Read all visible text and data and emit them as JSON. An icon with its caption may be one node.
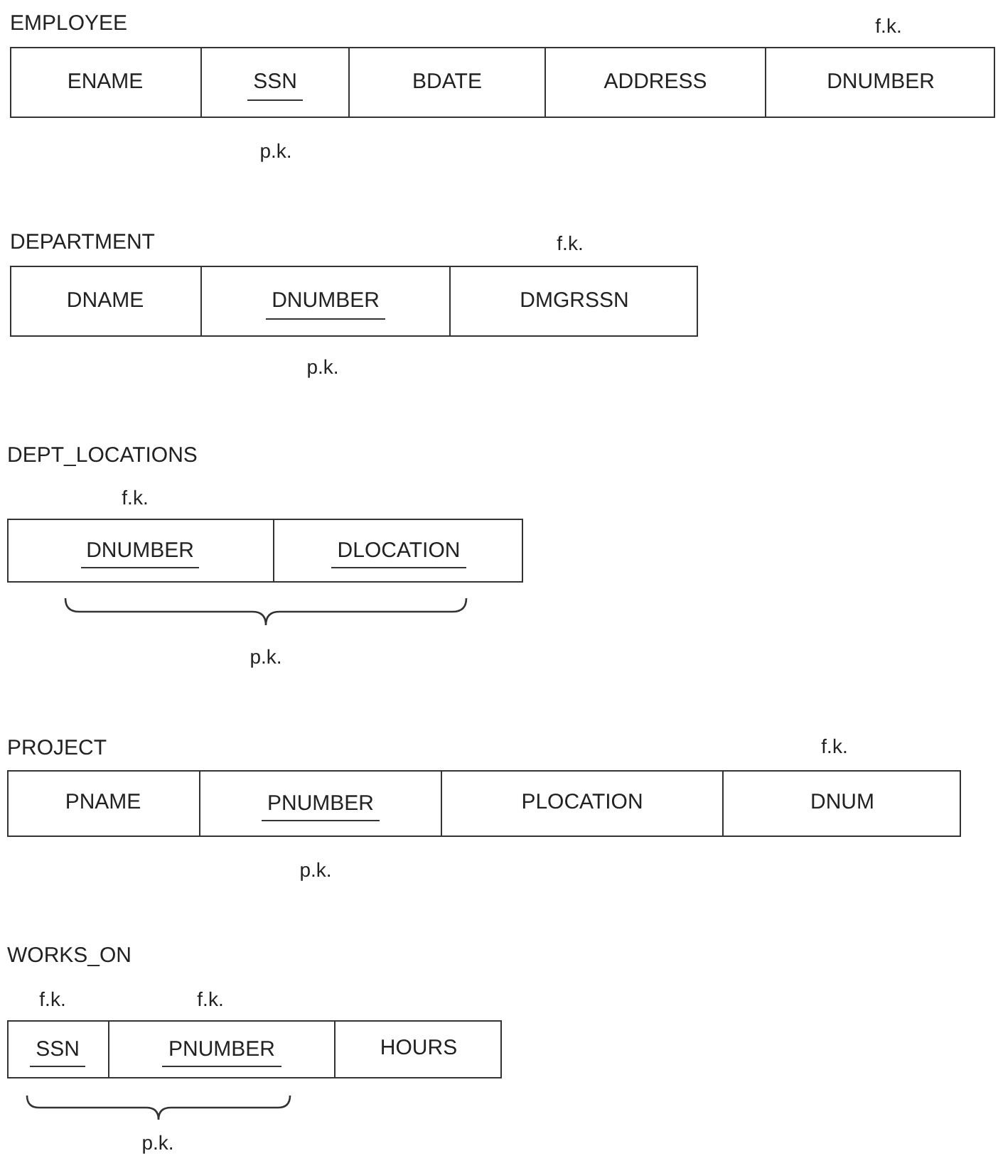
{
  "diagram": {
    "nodes": [
      {
        "text": [
          "EMPLOYEE"
        ]
      },
      {
        "text": [
          "ENAME"
        ],
        "in": 0
      },
      {
        "text": [
          "SSN"
        ],
        "in": 0,
        "beside": [
          "p.k."
        ]
      },
      {
        "text": [
          "BDATE"
        ],
        "in": 0
      },
      {
        "text": [
          "ADDRESS"
        ],
        "in": 0
      },
      {
        "text": [
          "DNUMBER"
        ],
        "in": 0,
        "beside": [
          "f.k."
        ]
      },
      {
        "text": [
          "DEPARTMENT"
        ]
      },
      {
        "text": [
          "DNAME"
        ],
        "in": 6
      },
      {
        "text": [
          "DNUMBER"
        ],
        "in": 6,
        "beside": [
          "p.k."
        ]
      },
      {
        "text": [
          "DMGRSSN"
        ],
        "in": 6,
        "beside": [
          "f.k."
        ]
      },
      {
        "text": [
          "DEPT_LOCATIONS"
        ],
        "beside": [
          "p.k."
        ]
      },
      {
        "text": [
          "DNUMBER"
        ],
        "in": 10,
        "beside": [
          "f.k."
        ]
      },
      {
        "text": [
          "DLOCATION"
        ],
        "in": 10
      },
      {
        "text": [
          "PROJECT"
        ]
      },
      {
        "text": [
          "PNAME"
        ],
        "in": 13
      },
      {
        "text": [
          "PNUMBER"
        ],
        "in": 13,
        "beside": [
          "p.k."
        ]
      },
      {
        "text": [
          "PLOCATION"
        ],
        "in": 13
      },
      {
        "text": [
          "DNUM"
        ],
        "in": 13,
        "beside": [
          "f.k."
        ]
      },
      {
        "text": [
          "WORKS_ON"
        ],
        "beside": [
          "p.k."
        ]
      },
      {
        "text": [
          "SSN"
        ],
        "in": 18,
        "beside": [
          "f.k."
        ]
      },
      {
        "text": [
          "PNUMBER"
        ],
        "in": 18,
        "beside": [
          "f.k."
        ]
      },
      {
        "text": [
          "HOURS"
        ],
        "in": 18
      }
    ]
  }
}
